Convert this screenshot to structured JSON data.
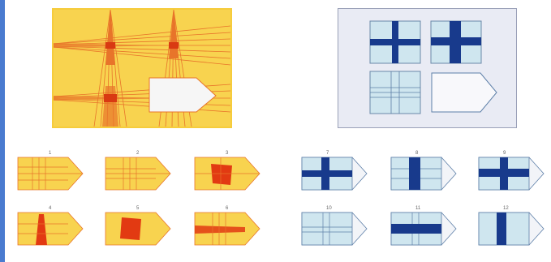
{
  "colors": {
    "yellow": "#f6cc3c",
    "yellow_light": "#f8d768",
    "orange": "#ee7a22",
    "red": "#e23a12",
    "light_blue": "#cfe6ef",
    "dark_blue": "#183a8c",
    "panel_bg": "#e9ebf4",
    "panel_border": "#9aa0b8"
  },
  "options_left": [
    "1",
    "2",
    "3",
    "4",
    "5",
    "6"
  ],
  "options_right": [
    "7",
    "8",
    "9",
    "10",
    "11",
    "12"
  ]
}
